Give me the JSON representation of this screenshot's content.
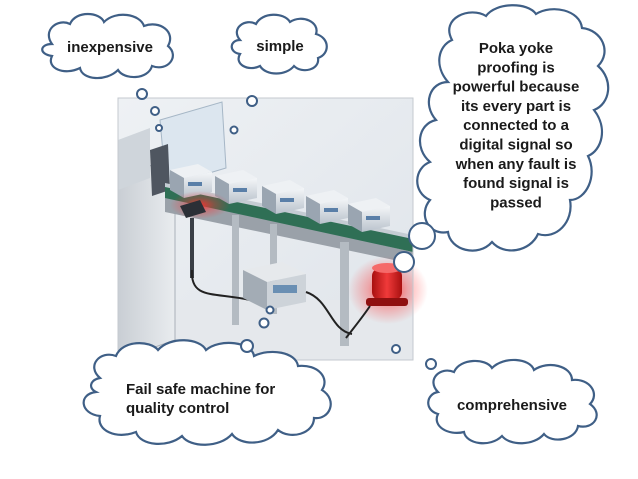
{
  "clouds": {
    "inexpensive": {
      "text": "inexpensive"
    },
    "simple": {
      "text": "simple"
    },
    "poka_yoke": {
      "lines": [
        "Poka yoke",
        "proofing is",
        "powerful because",
        "its every part is",
        "connected to a",
        "digital signal so",
        "when any fault is",
        "found signal  is",
        "passed"
      ]
    },
    "fail_safe": {
      "lines": [
        "Fail safe machine for",
        "quality control"
      ]
    },
    "comprehensive": {
      "text": "comprehensive"
    }
  },
  "colors": {
    "outline": "#3f5f86",
    "conveyor_belt": "#2f6f55",
    "alarm": "#d42020"
  },
  "icons": {
    "illustration": "conveyor-poka-yoke-illustration",
    "sensor": "photoelectric-sensor-icon",
    "controller": "controller-unit-icon",
    "alarm": "warning-light-icon"
  }
}
